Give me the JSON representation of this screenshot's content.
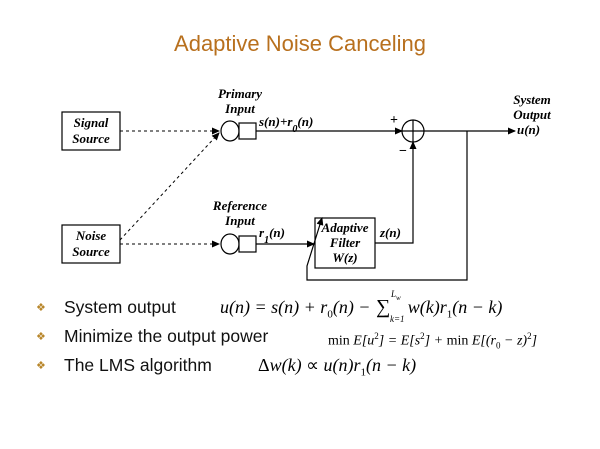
{
  "title": "Adaptive Noise Canceling",
  "colors": {
    "title": "#b8701e",
    "bullet": "#b8862a",
    "line": "#000000"
  },
  "diagram": {
    "signal_source": [
      "Signal",
      "Source"
    ],
    "noise_source": [
      "Noise",
      "Source"
    ],
    "primary_input": [
      "Primary",
      "Input"
    ],
    "reference_input": [
      "Reference",
      "Input"
    ],
    "primary_signal": "s(n)+r0(n)",
    "reference_signal": "r1(n)",
    "filter": [
      "Adaptive",
      "Filter",
      "W(z)"
    ],
    "filter_output": "z(n)",
    "plus_sign": "+",
    "minus_sign": "−",
    "system_output": [
      "System",
      "Output"
    ],
    "output_signal": "u(n)"
  },
  "bullets": [
    {
      "icon": "diamond-bullet-icon",
      "text": "System output",
      "formula": "u(n) = s(n) + r0(n) − Σ_{k=1}^{Lw} w(k) r1(n − k)"
    },
    {
      "icon": "diamond-bullet-icon",
      "text": "Minimize the output power",
      "formula": "min E[u²] = E[s²] + min E[(r0 − z)²]"
    },
    {
      "icon": "diamond-bullet-icon",
      "text": "The LMS algorithm",
      "formula": "Δw(k) ∝ u(n) r1(n − k)"
    }
  ]
}
